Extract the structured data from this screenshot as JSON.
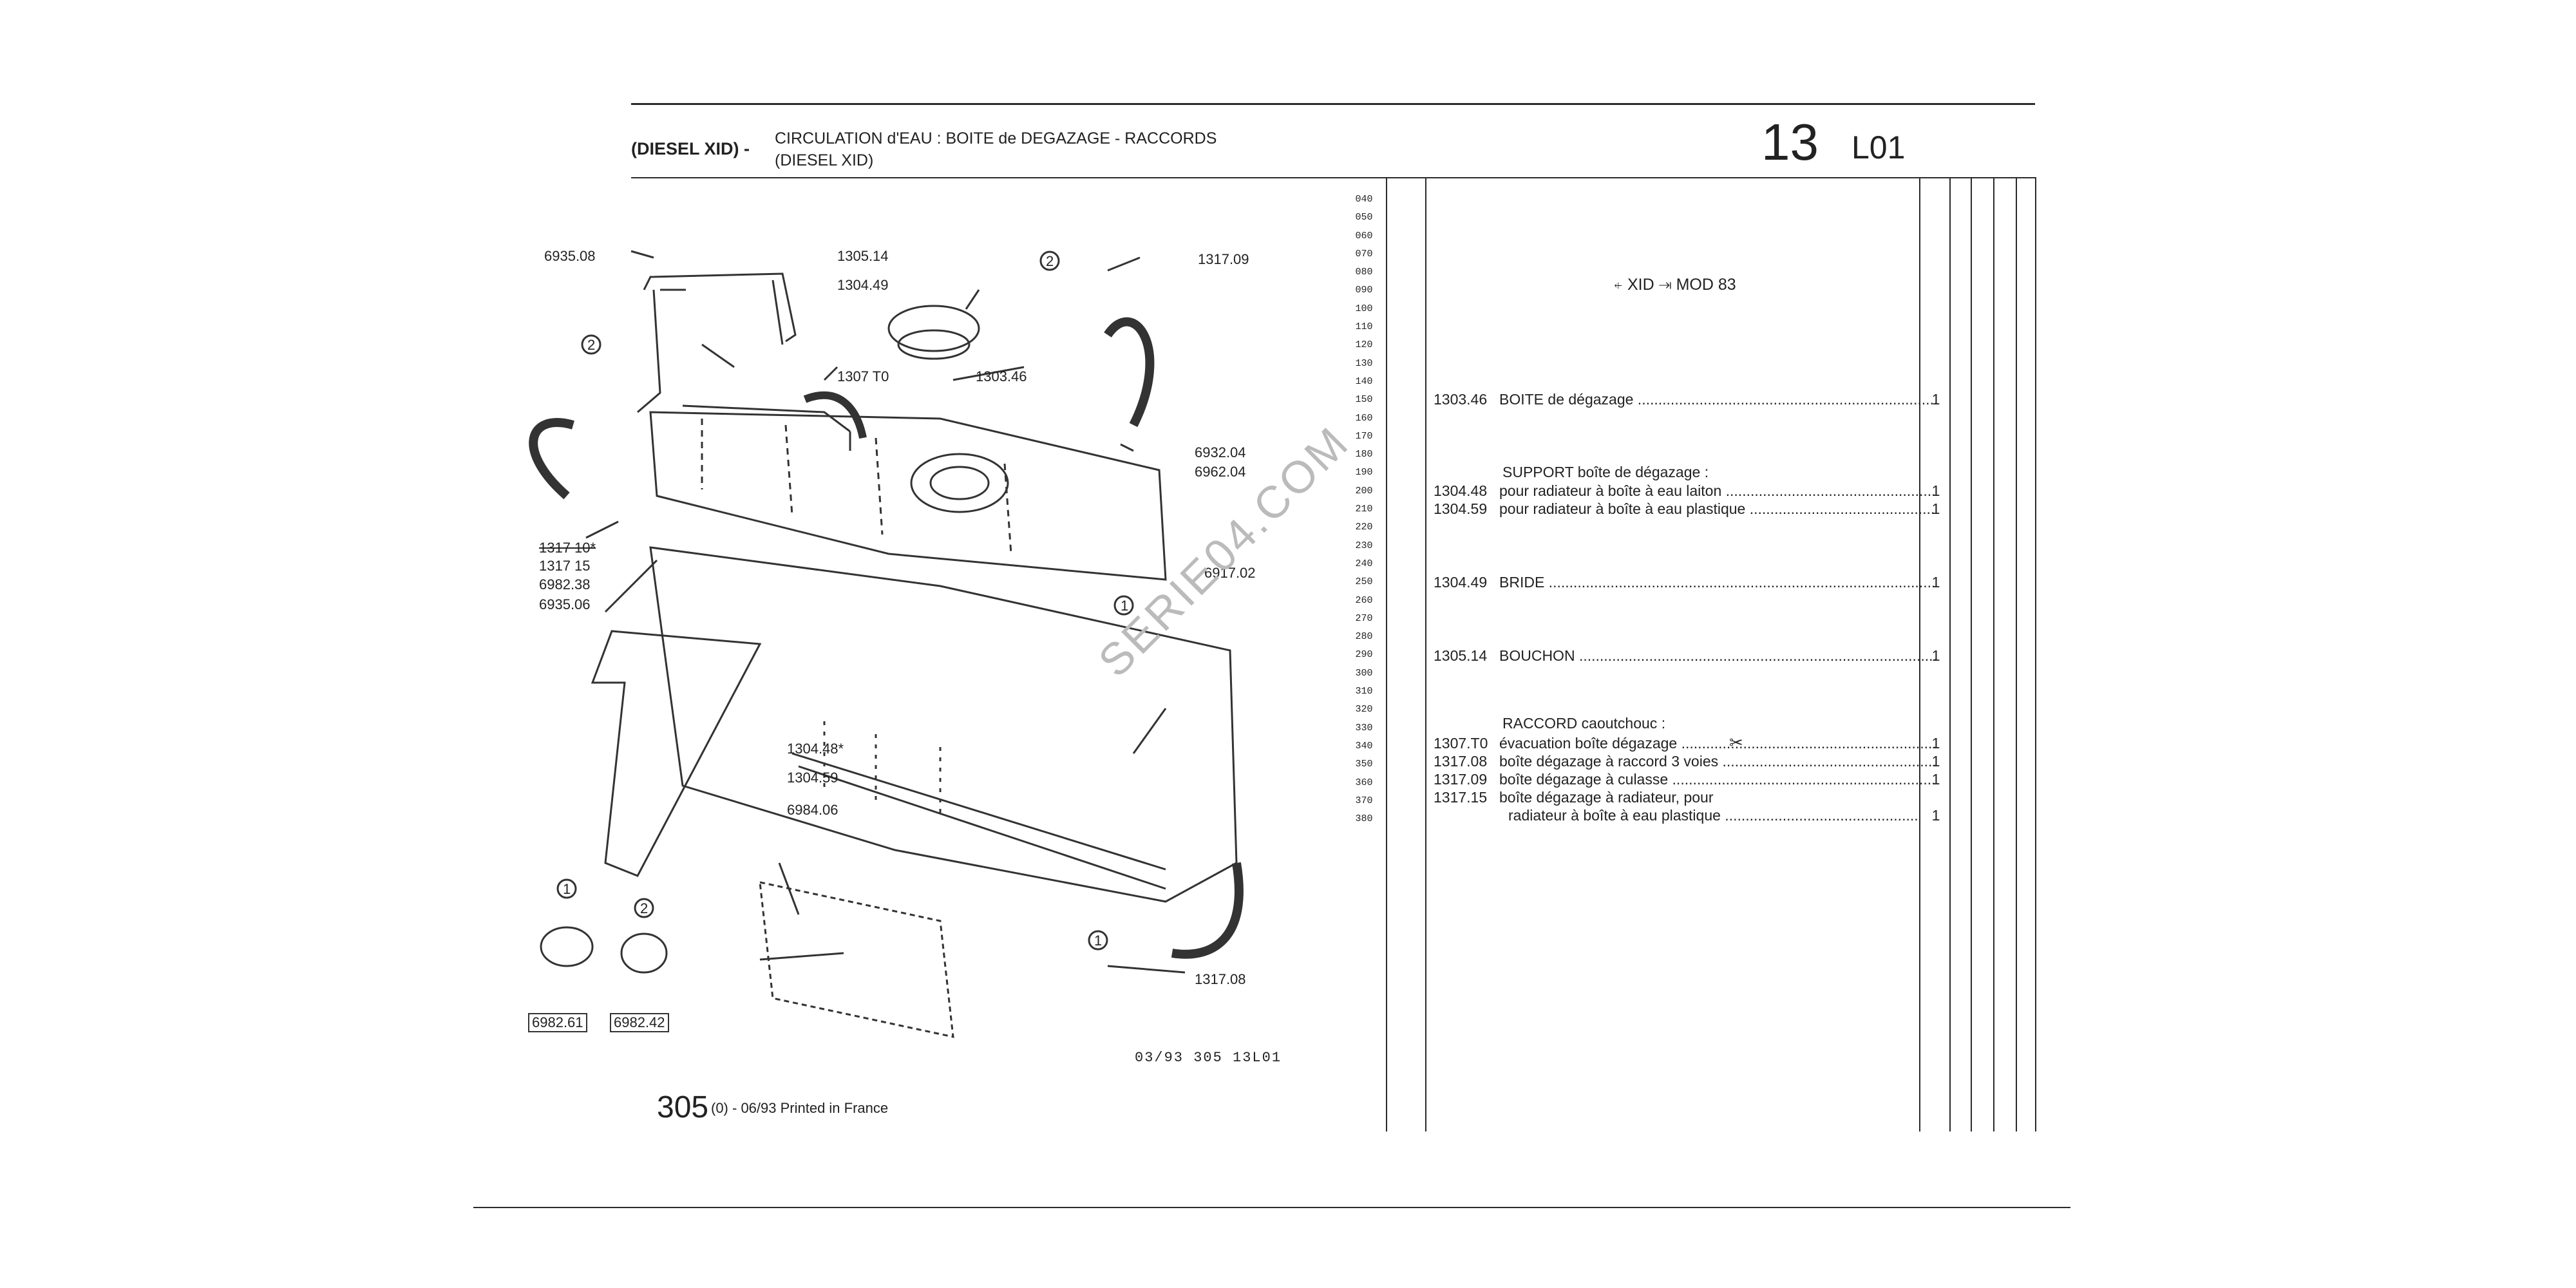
{
  "header": {
    "model": "(DIESEL XID) -",
    "title_line1": "CIRCULATION d'EAU : BOITE de DEGAZAGE - RACCORDS",
    "title_line2": "(DIESEL XID)",
    "group_number": "13",
    "page_code": "L01"
  },
  "line_codes": [
    "040",
    "050",
    "060",
    "070",
    "080",
    "090",
    "100",
    "110",
    "120",
    "130",
    "140",
    "150",
    "160",
    "170",
    "180",
    "190",
    "200",
    "210",
    "220",
    "230",
    "240",
    "250",
    "260",
    "270",
    "280",
    "290",
    "300",
    "310",
    "320",
    "330",
    "340",
    "350",
    "360",
    "370",
    "380"
  ],
  "application": "XID",
  "application_mod": "MOD 83",
  "parts_list": [
    {
      "ref": "1303.46",
      "desc": "BOITE de dégazage",
      "qty": "1"
    },
    {
      "ref": "",
      "desc": "SUPPORT boîte de dégazage :",
      "qty": ""
    },
    {
      "ref": "1304.48",
      "desc": "pour radiateur à boîte à eau laiton",
      "qty": "1"
    },
    {
      "ref": "1304.59",
      "desc": "pour radiateur à boîte à eau plastique",
      "qty": "1"
    },
    {
      "ref": "1304.49",
      "desc": "BRIDE",
      "qty": "1"
    },
    {
      "ref": "1305.14",
      "desc": "BOUCHON",
      "qty": "1"
    },
    {
      "ref": "",
      "desc": "RACCORD caoutchouc :",
      "qty": ""
    },
    {
      "ref": "1307.T0",
      "desc": "évacuation boîte dégazage",
      "qty": "1"
    },
    {
      "ref": "1317.08",
      "desc": "boîte dégazage à raccord 3 voies",
      "qty": "1"
    },
    {
      "ref": "1317.09",
      "desc": "boîte dégazage à culasse",
      "qty": "1"
    },
    {
      "ref": "1317.15",
      "desc": "boîte dégazage à radiateur, pour",
      "qty": "1"
    },
    {
      "ref": "",
      "desc": "radiateur à boîte à eau plastique",
      "qty": ""
    }
  ],
  "diagram_labels": {
    "l6935_08": "6935.08",
    "l1305_14": "1305.14",
    "l1304_49": "1304.49",
    "l1317_09": "1317.09",
    "l1307_t0": "1307 T0",
    "l1303_46": "1303.46",
    "l6932_04": "6932.04",
    "l6962_04": "6962.04",
    "l1317_10": "1317 10*",
    "l1317_15": "1317 15",
    "l6982_38": "6982.38",
    "l6935_06": "6935.06",
    "l6917_02": "6917.02",
    "l1304_48": "1304.48*",
    "l1304_59": "1304.59",
    "l6984_06": "6984.06",
    "l6982_61": "6982.61",
    "l6982_42": "6982.42",
    "l1317_08": "1317.08",
    "c1": "1",
    "c2": "2"
  },
  "diagram_caption": "03/93  305  13L01",
  "footer": {
    "catalog_number": "305",
    "print_info": "(0) - 06/93 Printed in France"
  },
  "watermark": "SERIE04.COM"
}
